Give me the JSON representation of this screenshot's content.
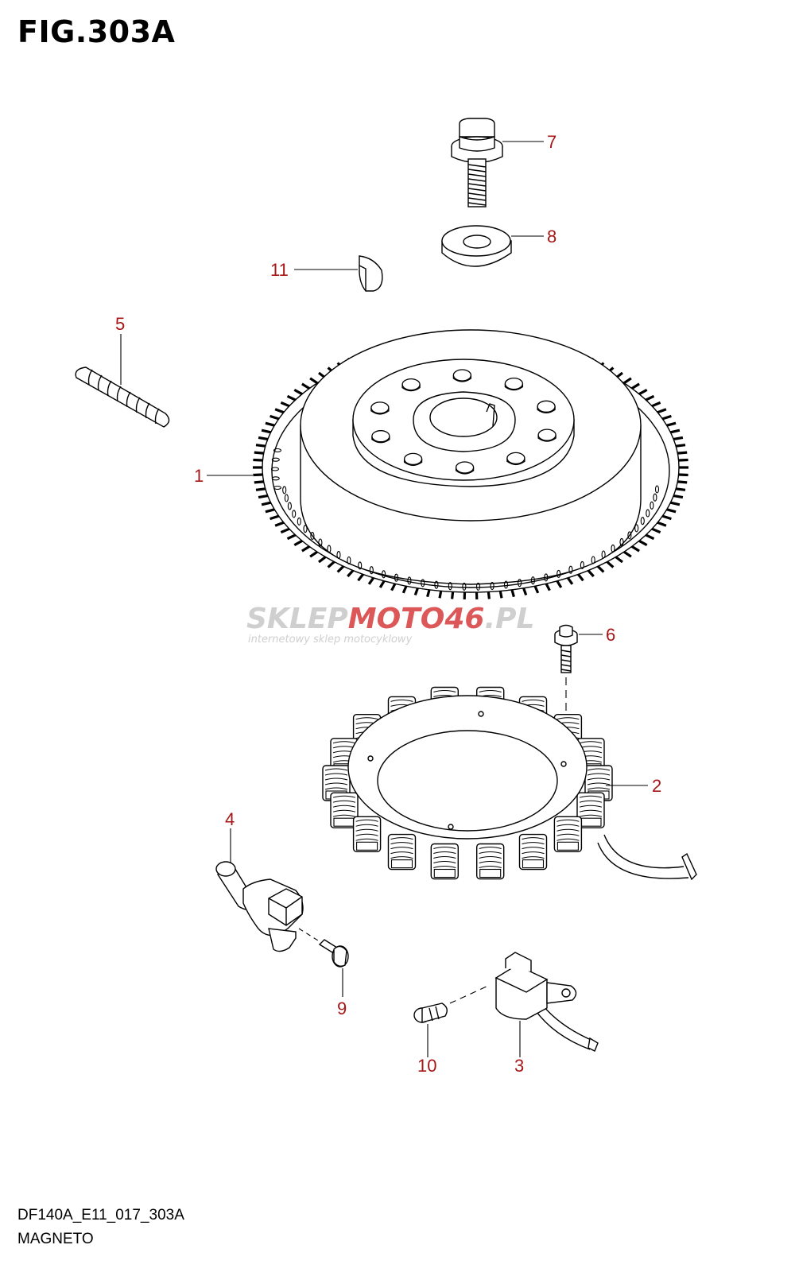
{
  "figure": {
    "title": "FIG.303A",
    "code": "DF140A_E11_017_303A",
    "name": "MAGNETO"
  },
  "watermark": {
    "brand_part1": "SKLEP",
    "brand_part2": "MOTO",
    "brand_part3": "46",
    "brand_part4": ".PL",
    "tagline": "internetowy sklep motocyklowy"
  },
  "callouts": [
    {
      "id": "1",
      "part": "flywheel-rotor"
    },
    {
      "id": "2",
      "part": "stator-coil"
    },
    {
      "id": "3",
      "part": "pulser-coil"
    },
    {
      "id": "4",
      "part": "sensor"
    },
    {
      "id": "5",
      "part": "spring-pin"
    },
    {
      "id": "6",
      "part": "stator-bolt"
    },
    {
      "id": "7",
      "part": "flywheel-bolt"
    },
    {
      "id": "8",
      "part": "washer"
    },
    {
      "id": "9",
      "part": "sensor-bolt"
    },
    {
      "id": "10",
      "part": "pulser-bolt"
    },
    {
      "id": "11",
      "part": "woodruff-key"
    }
  ],
  "colors": {
    "callout": "#a61616",
    "watermark_gray": "#c7c7c7",
    "watermark_red": "#d63a3a",
    "line": "#000000"
  }
}
